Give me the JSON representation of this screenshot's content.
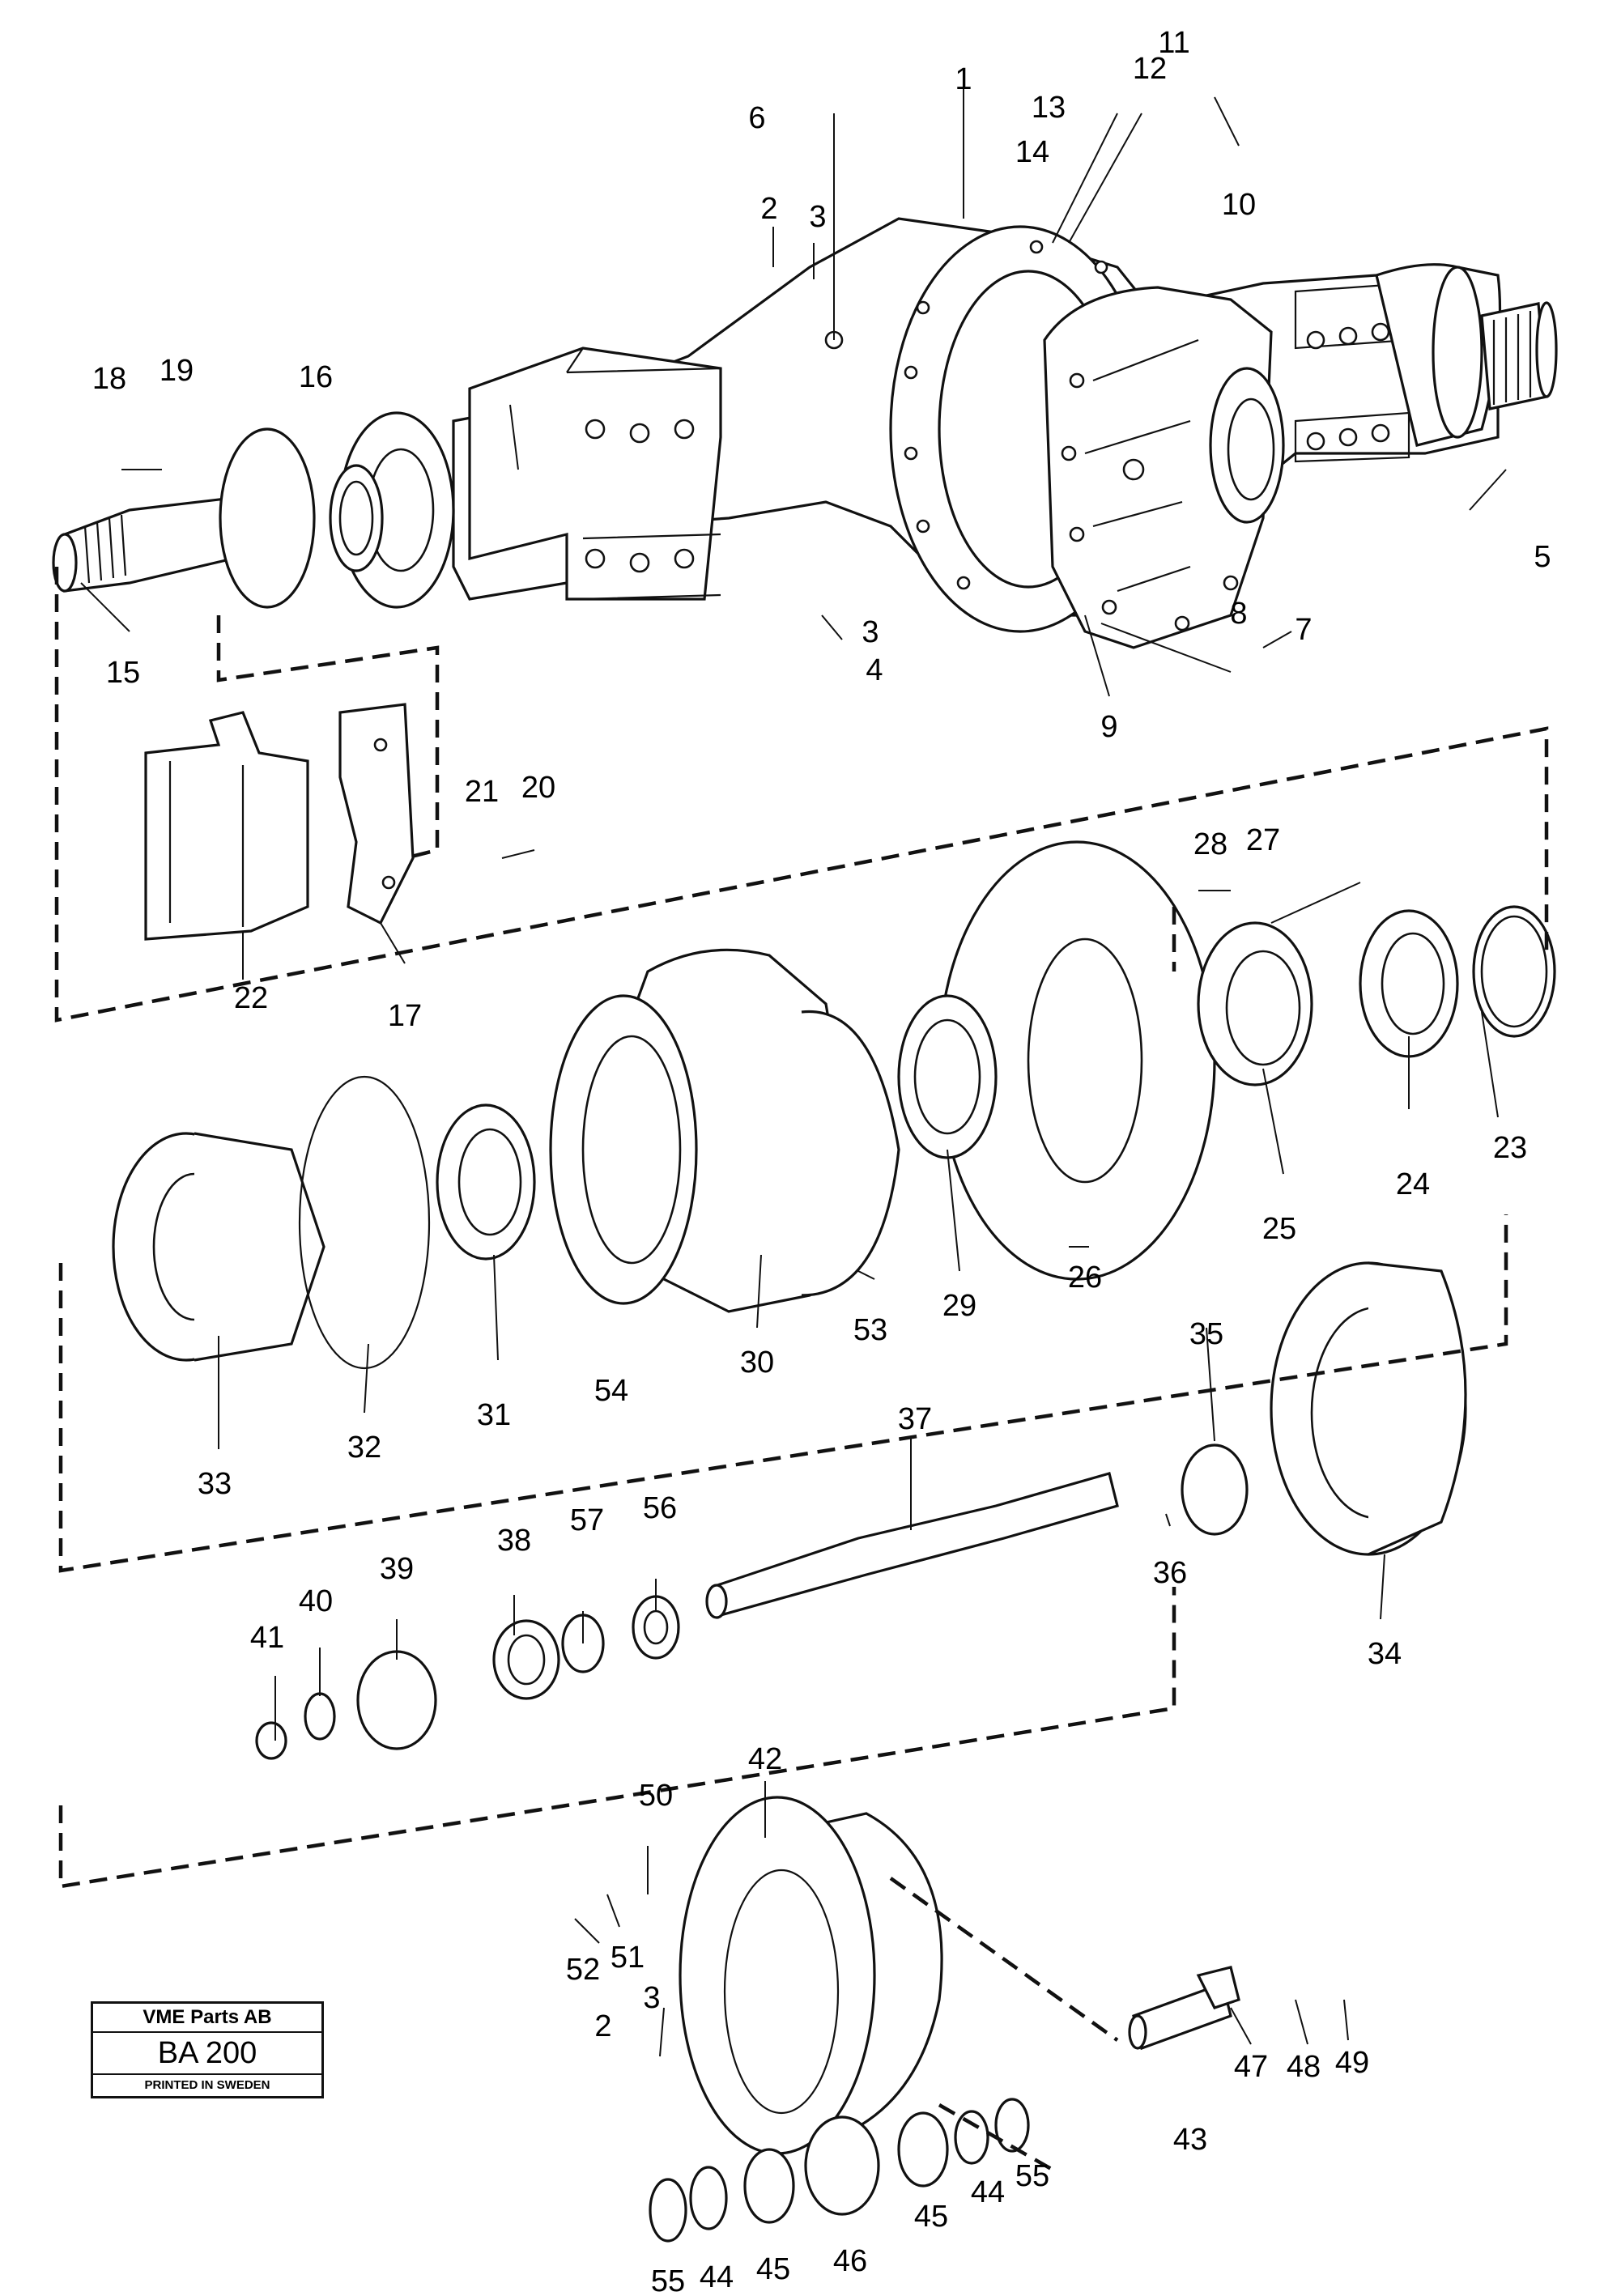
{
  "labels": [
    "1",
    "2",
    "3",
    "3",
    "4",
    "5",
    "6",
    "7",
    "8",
    "9",
    "10",
    "11",
    "12",
    "13",
    "14",
    "15",
    "16",
    "17",
    "18",
    "19",
    "20",
    "21",
    "22",
    "23",
    "24",
    "25",
    "26",
    "27",
    "28",
    "29",
    "30",
    "31",
    "32",
    "33",
    "34",
    "35",
    "36",
    "37",
    "38",
    "39",
    "40",
    "41",
    "42",
    "43",
    "44",
    "44",
    "45",
    "45",
    "46",
    "47",
    "48",
    "49",
    "50",
    "51",
    "52",
    "53",
    "54",
    "55",
    "55",
    "56",
    "57",
    "2",
    "3"
  ],
  "stamp": {
    "company": "VME Parts AB",
    "code": "BA 200",
    "printed": "PRINTED IN SWEDEN"
  }
}
